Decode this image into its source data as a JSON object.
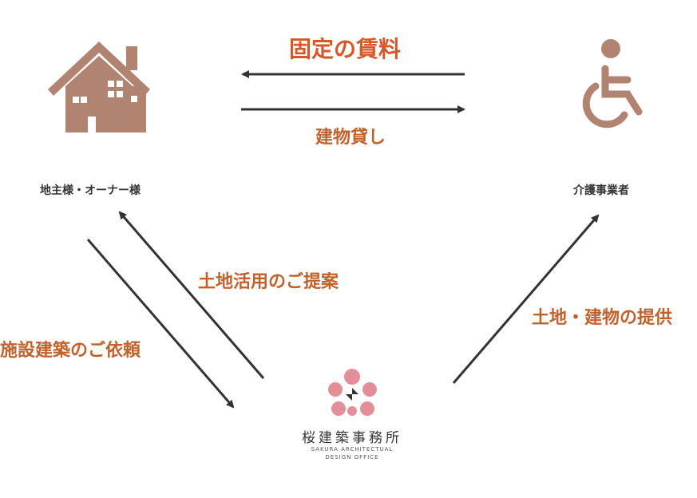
{
  "colors": {
    "icon": "#b18471",
    "arrow": "#333333",
    "label": "#c0622e",
    "title": "#d4582a",
    "blossom": "#e38f99"
  },
  "icons": {
    "owner": "house-icon",
    "operator": "wheelchair-icon",
    "logo": "sakura-blossom-icon"
  },
  "labels": {
    "fixed_rent": "固定の賃料",
    "building_lease": "建物貸し",
    "land_use_proposal": "土地活用のご提案",
    "construction_request": "施設建築のご依頼",
    "land_building_provision": "土地・建物の提供"
  },
  "nodes": {
    "owner": "地主様・オーナー様",
    "operator": "介護事業者"
  },
  "logo": {
    "name_jp": "桜建築事務所",
    "name_en_line1": "SAKURA ARCHITECTUAL",
    "name_en_line2": "DESIGN OFFICE"
  }
}
